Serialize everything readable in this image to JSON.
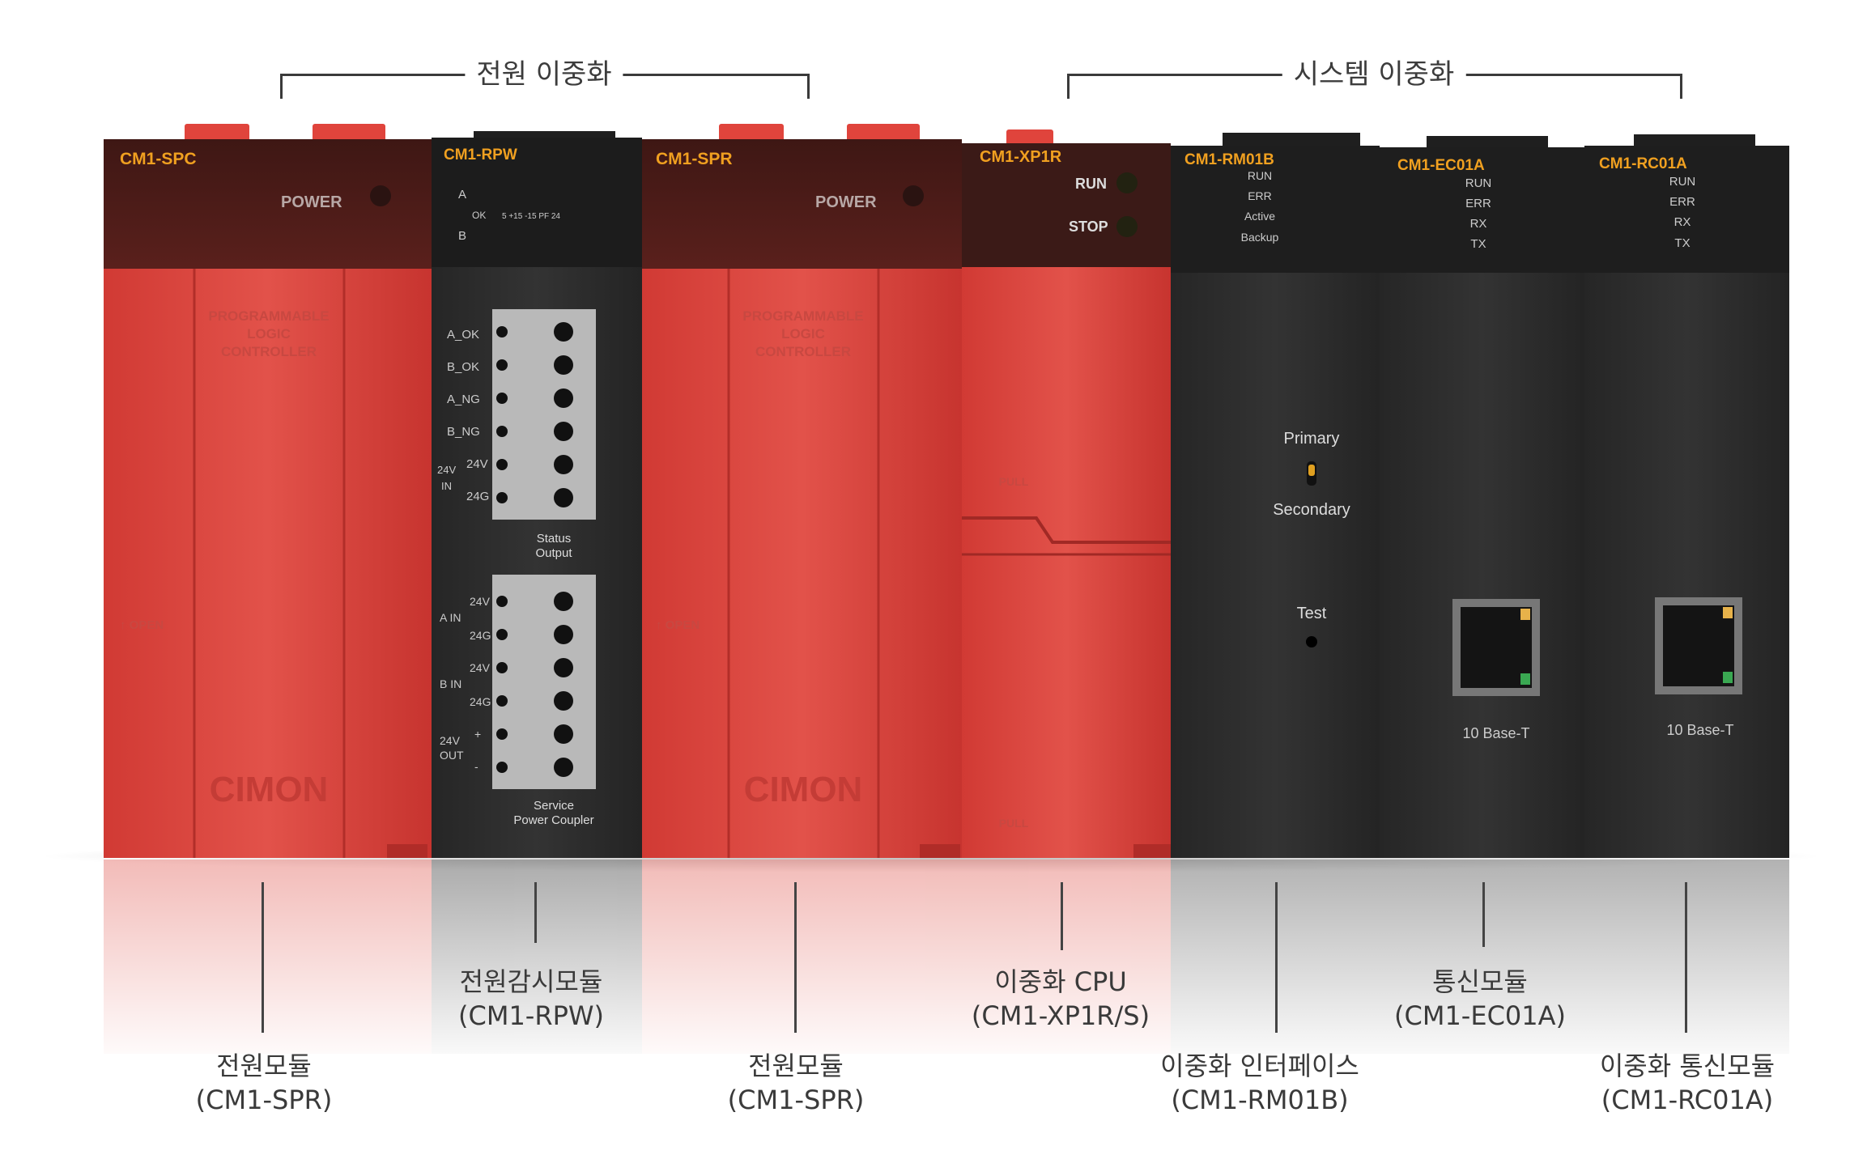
{
  "groups": {
    "power_redundancy": "전원 이중화",
    "system_redundancy": "시스템 이중화"
  },
  "modules": {
    "spc": {
      "model": "CM1-SPC",
      "power_label": "POWER",
      "panel_text": [
        "PROGRAMMABLE",
        "LOGIC",
        "CONTROLLER"
      ],
      "open_label": "↑ OPEN",
      "brand": "CIMON"
    },
    "rpw": {
      "model": "CM1-RPW",
      "led_a": "A",
      "led_ok": "OK",
      "led_b": "B",
      "led_scale": "5  +15  -15  PF  24",
      "terminals_top": [
        "A_OK",
        "B_OK",
        "A_NG",
        "B_NG",
        "24V",
        "24G"
      ],
      "in_label": "24V IN",
      "status_output": "Status Output",
      "terminals_bottom": [
        "24V",
        "24G",
        "24V",
        "24G",
        "+",
        "-"
      ],
      "a_in": "A IN",
      "b_in": "B IN",
      "out_label": "24V OUT",
      "service_coupler": "Service Power Coupler"
    },
    "spr": {
      "model": "CM1-SPR",
      "power_label": "POWER",
      "panel_text": [
        "PROGRAMMABLE",
        "LOGIC",
        "CONTROLLER"
      ],
      "open_label": "↑ OPEN",
      "brand": "CIMON"
    },
    "xp1r": {
      "model": "CM1-XP1R",
      "run": "RUN",
      "stop": "STOP",
      "pull": "PULL"
    },
    "rm01b": {
      "model": "CM1-RM01B",
      "leds": [
        "RUN",
        "ERR",
        "Active",
        "Backup"
      ],
      "primary": "Primary",
      "secondary": "Secondary",
      "test": "Test"
    },
    "ec01a": {
      "model": "CM1-EC01A",
      "leds": [
        "RUN",
        "ERR",
        "RX",
        "TX"
      ],
      "port": "10 Base-T"
    },
    "rc01a": {
      "model": "CM1-RC01A",
      "leds": [
        "RUN",
        "ERR",
        "RX",
        "TX"
      ],
      "port": "10 Base-T"
    }
  },
  "labels": [
    {
      "name": "전원모듈",
      "model": "(CM1-SPR)"
    },
    {
      "name": "전원감시모듈",
      "model": "(CM1-RPW)"
    },
    {
      "name": "전원모듈",
      "model": "(CM1-SPR)"
    },
    {
      "name": "이중화 CPU",
      "model": "(CM1-XP1R/S)"
    },
    {
      "name": "이중화 인터페이스",
      "model": "(CM1-RM01B)"
    },
    {
      "name": "통신모듈",
      "model": "(CM1-EC01A)"
    },
    {
      "name": "이중화 통신모듈",
      "model": "(CM1-RC01A)"
    }
  ],
  "colors": {
    "module_red": "#d7423c",
    "module_black": "#2d2d2d",
    "model_label": "#f0a020"
  }
}
